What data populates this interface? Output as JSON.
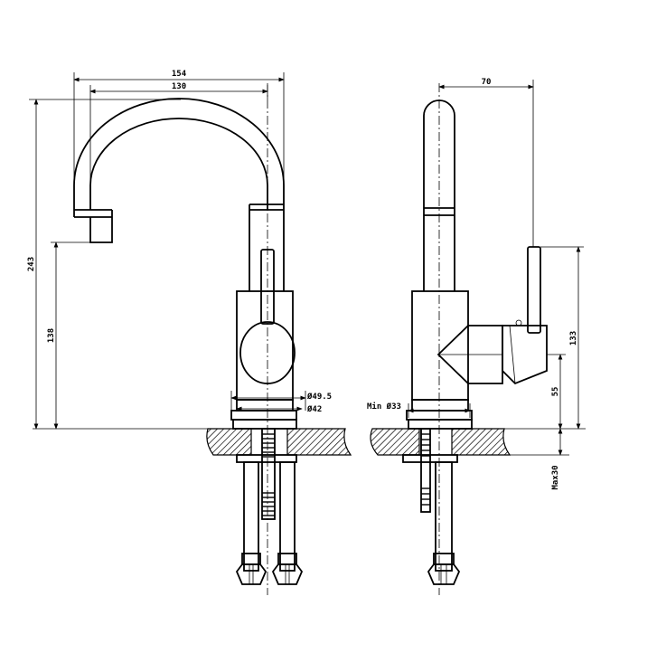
{
  "drawing": {
    "front_view": {
      "dim_width_overall": "154",
      "dim_width_spout": "130",
      "dim_height_total": "243",
      "dim_height_outlet": "138",
      "dim_base_outer": "Ø49.5",
      "dim_base_inner": "Ø42"
    },
    "side_view": {
      "dim_depth": "70",
      "dim_lever_height": "133",
      "dim_lever_pivot": "55",
      "dim_hole_min": "Min Ø33",
      "dim_deck_max": "Max30"
    }
  },
  "colors": {
    "line": "#000000",
    "hatch": "#000000",
    "background": "#ffffff"
  }
}
